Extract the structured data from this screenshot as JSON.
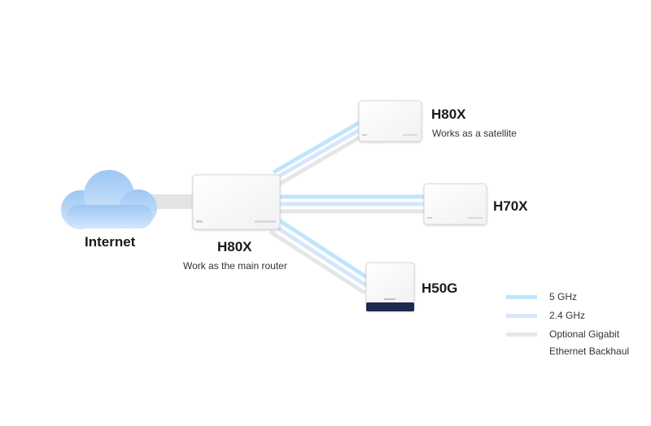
{
  "nodes": {
    "internet": {
      "label": "Internet"
    },
    "main_router": {
      "model": "H80X",
      "role": "Work as the main router"
    },
    "satellite_top": {
      "model": "H80X",
      "role": "Works as a satellite"
    },
    "satellite_mid": {
      "model": "H70X"
    },
    "satellite_bottom": {
      "model": "H50G"
    }
  },
  "legend": [
    {
      "label": "5 GHz",
      "color": "#bfe6fb"
    },
    {
      "label": "2.4 GHz",
      "color": "#d7e6fa"
    },
    {
      "label": "Optional Gigabit Ethernet Backhaul",
      "line1": "Optional Gigabit",
      "line2": "Ethernet Backhaul",
      "color": "#e6e6e6"
    }
  ],
  "colors": {
    "band_5ghz": "#bfe6fb",
    "band_24ghz": "#d7e6fa",
    "ethernet": "#e6e6e6",
    "cloud_top": "#9cc7f3",
    "cloud_bottom": "#c9e1fb",
    "device_body": "#ffffff",
    "h50g_base": "#1f2a4e"
  }
}
